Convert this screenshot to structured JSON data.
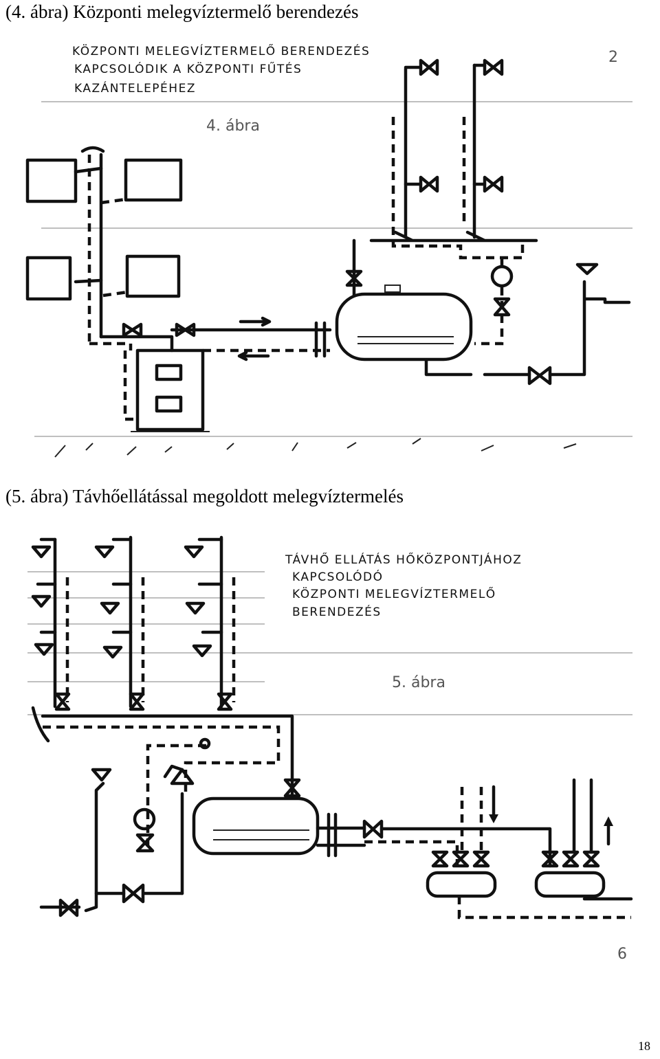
{
  "captions": {
    "fig4": "(4. ábra) Központi melegvíztermelő berendezés",
    "fig5": "(5. ábra) Távhőellátással megoldott melegvíztermelés"
  },
  "fig4": {
    "note_line1": "KÖZPONTI MELEGVÍZTERMELŐ BERENDEZÉS",
    "note_line2": "KAPCSOLÓDIK A KÖZPONTI FŰTÉS",
    "note_line3": "KAZÁNTELEPÉHEZ",
    "label": "4. ábra",
    "corner_mark": "2"
  },
  "fig5": {
    "note_line1": "TÁVHŐ ELLÁTÁS HŐKÖZPONTJÁHOZ",
    "note_line2": "KAPCSOLÓDÓ",
    "note_line3": "KÖZPONTI MELEGVÍZTERMELŐ",
    "note_line4": "BERENDEZÉS",
    "label": "5. ábra",
    "corner_mark": "6"
  },
  "page_number": "18"
}
